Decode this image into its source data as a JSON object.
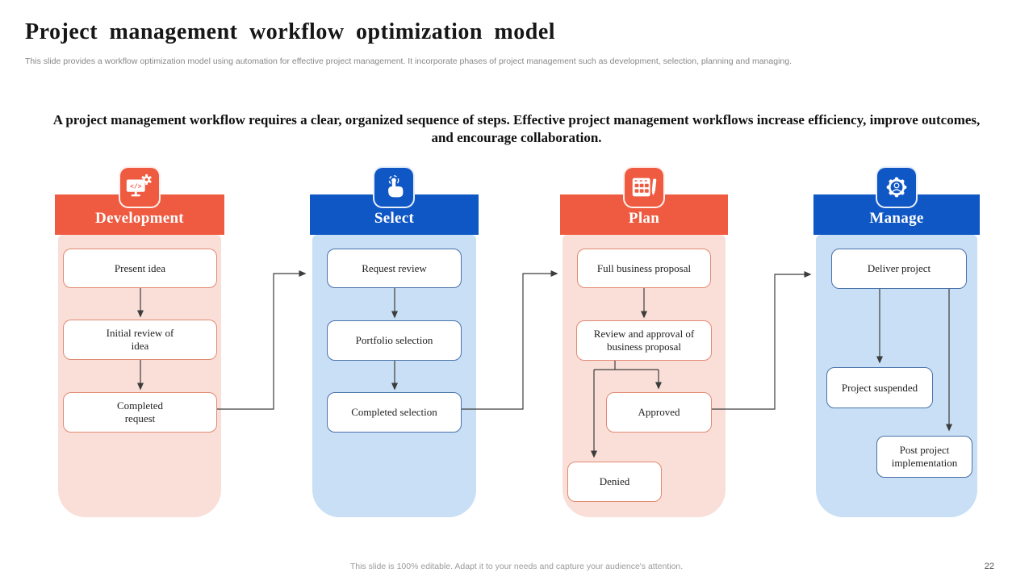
{
  "slide": {
    "title": "Project management workflow optimization model",
    "subtitle": "This slide provides a workflow optimization model using automation for effective project management. It incorporate phases of project management such as development, selection, planning and managing.",
    "intro": "A project management workflow requires a clear, organized sequence of steps. Effective project management workflows increase efficiency, improve outcomes, and encourage collaboration.",
    "footer": "This slide is 100% editable. Adapt it to your needs and capture your audience's attention.",
    "page_number": "22"
  },
  "colors": {
    "orange": "#EF5B40",
    "orange_light": "#FADFD8",
    "blue": "#0F57C5",
    "blue_light": "#C8DFF5",
    "box_border_orange": "#E18A72",
    "box_border_blue": "#4A72A9",
    "connector": "#3C3C3C"
  },
  "columns": [
    {
      "title": "Development",
      "icon": "monitor-code-gear-icon",
      "theme": "orange",
      "steps": [
        "Present idea",
        "Initial review of idea",
        "Completed request"
      ]
    },
    {
      "title": "Select",
      "icon": "hand-tap-icon",
      "theme": "blue",
      "steps": [
        "Request review",
        "Portfolio selection",
        "Completed selection"
      ]
    },
    {
      "title": "Plan",
      "icon": "calendar-pen-icon",
      "theme": "orange",
      "steps": [
        "Full business proposal",
        "Review and approval of business proposal",
        "Approved",
        "Denied"
      ]
    },
    {
      "title": "Manage",
      "icon": "gear-user-icon",
      "theme": "blue",
      "steps": [
        "Deliver project",
        "Project suspended",
        "Post project implementation"
      ]
    }
  ]
}
